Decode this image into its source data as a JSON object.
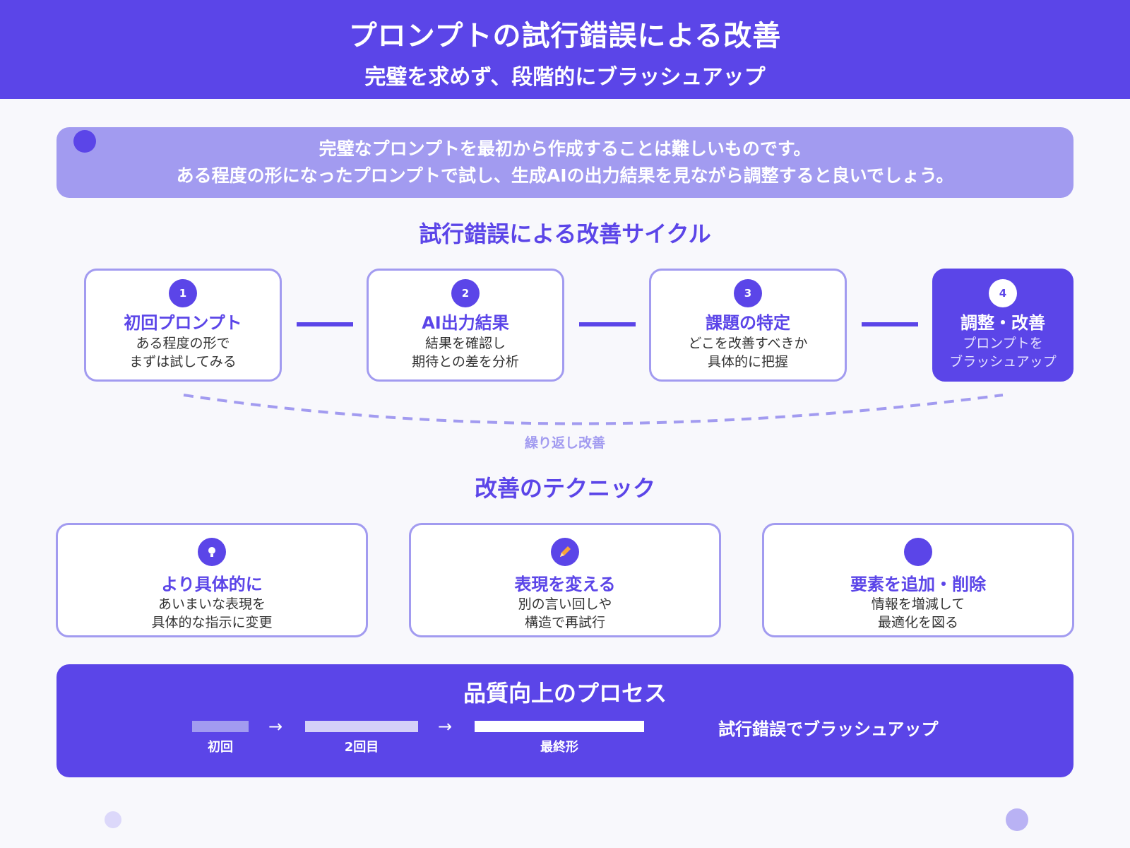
{
  "header": {
    "title": "プロンプトの試行錯誤による改善",
    "subtitle": "完璧を求めず、段階的にブラッシュアップ"
  },
  "intro": {
    "line1": "完璧なプロンプトを最初から作成することは難しいものです。",
    "line2": "ある程度の形になったプロンプトで試し、生成AIの出力結果を見ながら調整すると良いでしょう。"
  },
  "cycle": {
    "title": "試行錯誤による改善サイクル",
    "steps": [
      {
        "num": "1",
        "name": "初回プロンプト",
        "desc1": "ある程度の形で",
        "desc2": "まずは試してみる"
      },
      {
        "num": "2",
        "name": "AI出力結果",
        "desc1": "結果を確認し",
        "desc2": "期待との差を分析"
      },
      {
        "num": "3",
        "name": "課題の特定",
        "desc1": "どこを改善すべきか",
        "desc2": "具体的に把握"
      },
      {
        "num": "4",
        "name": "調整・改善",
        "desc1": "プロンプトを",
        "desc2": "ブラッシュアップ"
      }
    ],
    "loop_label": "繰り返し改善"
  },
  "techniques": {
    "title": "改善のテクニック",
    "items": [
      {
        "icon": "lightbulb-icon",
        "name": "より具体的に",
        "desc1": "あいまいな表現を",
        "desc2": "具体的な指示に変更"
      },
      {
        "icon": "pencil-icon",
        "name": "表現を変える",
        "desc1": "別の言い回しや",
        "desc2": "構造で再試行"
      },
      {
        "icon": "circle-icon",
        "name": "要素を追加・削除",
        "desc1": "情報を増減して",
        "desc2": "最適化を図る"
      }
    ]
  },
  "quality": {
    "title": "品質向上のプロセス",
    "stages": [
      {
        "label": "初回",
        "level": 0.33
      },
      {
        "label": "2回目",
        "level": 0.67
      },
      {
        "label": "最終形",
        "level": 1.0
      }
    ],
    "arrow": "→",
    "caption": "試行錯誤でブラッシュアップ"
  },
  "colors": {
    "primary": "#5b45e8",
    "light": "#a29bf0",
    "background": "#f8f8fc"
  }
}
